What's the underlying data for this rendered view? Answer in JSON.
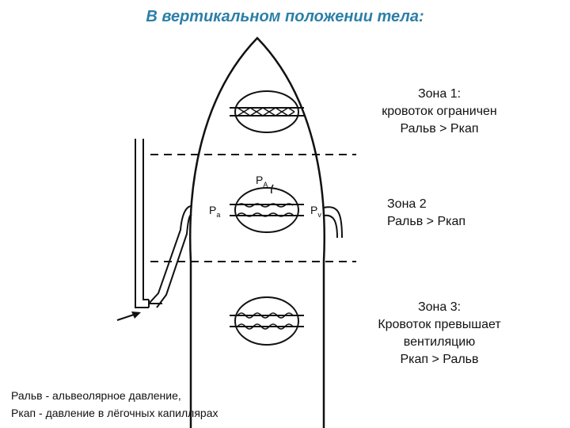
{
  "title": "В вертикальном положении тела:",
  "zones": [
    {
      "lines": [
        "Зона 1:",
        "кровоток  ограничен",
        "Ральв > Ркап"
      ]
    },
    {
      "lines": [
        "Зона 2",
        "Ральв > Ркап"
      ]
    },
    {
      "lines": [
        "Зона 3:",
        "Кровоток превышает",
        "вентиляцию",
        "Ркап > Ральв"
      ]
    }
  ],
  "pressure_labels": {
    "alveolar": "P",
    "alveolar_sub": "A",
    "arterial": "P",
    "arterial_sub": "a",
    "venous": "P",
    "venous_sub": "v"
  },
  "legend": {
    "line1": "Ральв - альвеолярное давление,",
    "line2": "Ркап  - давление в лёгочных капиллярах"
  }
}
